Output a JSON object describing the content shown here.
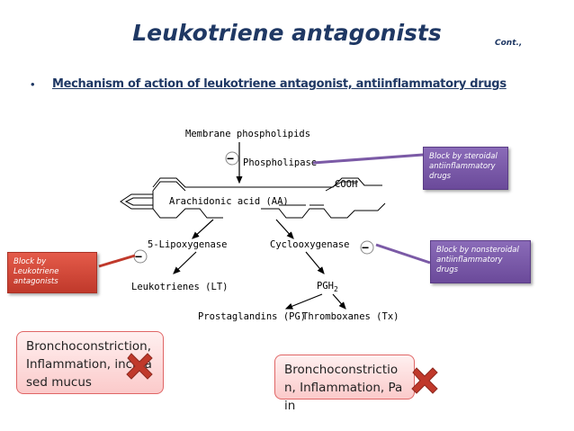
{
  "slide": {
    "title": "Leukotriene antagonists",
    "cont_label": "Cont.,",
    "bullet": "•",
    "subtitle": "Mechanism of action of leukotriene antagonist, antiinflammatory drugs"
  },
  "pathway": {
    "membrane": "Membrane phospholipids",
    "phospholipase": "Phospholipase",
    "arachidonic": "Arachidonic acid (AA)",
    "cooh": "COOH",
    "lipoxygenase": "5-Lipoxygenase",
    "cyclooxygenase": "Cyclooxygenase",
    "leukotrienes": "Leukotrienes (LT)",
    "pgh2": "PGH",
    "pgh2_sub": "2",
    "prostaglandins": "Prostaglandins (PG)",
    "thromboxanes": "Thromboxanes (Tx)",
    "minus": "−"
  },
  "callouts": {
    "steroidal": "Block by steroidal antiinflammatory drugs",
    "nonsteroidal": "Block by nonsteroidal antiinflammatory drugs",
    "leukotriene": "Block by Leukotriene antagonists"
  },
  "effects": {
    "left": "Bronchoconstriction, Inflammation, increased mucus",
    "right": "Bronchoconstriction, Inflammation, Pain"
  },
  "colors": {
    "purple": "#7b5aa6",
    "red": "#c0392b",
    "x_red": "#c0392b"
  },
  "icons": {
    "blocked": "x-mark-icon"
  }
}
